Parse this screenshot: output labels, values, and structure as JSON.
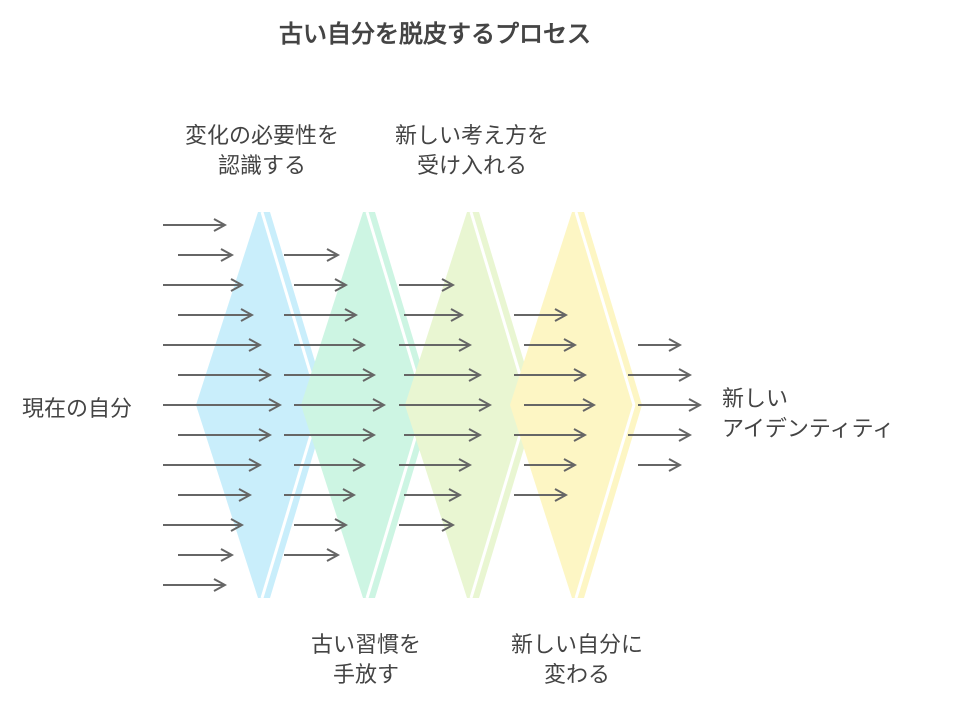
{
  "title": "古い自分を脱皮するプロセス",
  "start_label": "現在の自分",
  "end_label": {
    "line1": "新しい",
    "line2": "アイデンティティ"
  },
  "stages": [
    {
      "line1": "変化の必要性を",
      "line2": "認識する",
      "color": "#c9eefb"
    },
    {
      "line1": "古い習慣を",
      "line2": "手放す",
      "color": "#cdf5e3"
    },
    {
      "line1": "新しい考え方を",
      "line2": "受け入れる",
      "color": "#e9f6d2"
    },
    {
      "line1": "新しい自分に",
      "line2": "変わる",
      "color": "#fdf6c4"
    }
  ],
  "arrow_color": "#666666"
}
